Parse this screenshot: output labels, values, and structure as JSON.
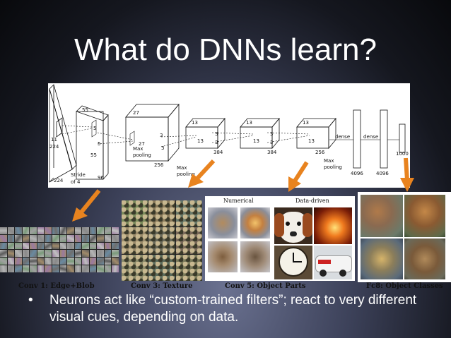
{
  "slide": {
    "title": "What do DNNs learn?",
    "bullet": "Neurons act like “custom-trained filters”; react to very different visual cues, depending on data."
  },
  "architecture": {
    "labels": {
      "n11": "11",
      "n224a": "224",
      "n224b": "224",
      "n55a": "55",
      "n55b": "55",
      "n5a": "5",
      "n5b": "5",
      "stride": "Stride",
      "of4": "of 4",
      "n96": "96",
      "n27a": "27",
      "n27b": "27",
      "n3a": "3",
      "n3b": "3",
      "maxpool1": "Max",
      "maxpool1b": "pooling",
      "n256a": "256",
      "maxpool2": "Max",
      "maxpool2b": "pooling",
      "n13a": "13",
      "n13b": "13",
      "n3c": "3",
      "n3d": "3",
      "n384a": "384",
      "n13c": "13",
      "n13d": "13",
      "n3e": "3",
      "n3f": "3",
      "n384b": "384",
      "n13e": "13",
      "n13f": "13",
      "n256b": "256",
      "maxpool3": "Max",
      "maxpool3b": "pooling",
      "dense1": "dense",
      "dense2": "dense",
      "n4096a": "4096",
      "n4096b": "4096",
      "n1000": "1000"
    }
  },
  "panels": {
    "conv1": {
      "caption": "Conv 1: Edge+Blob"
    },
    "conv3": {
      "caption": "Conv 3: Texture"
    },
    "conv5": {
      "caption": "Conv 5: Object Parts",
      "numerical": "Numerical",
      "datadriven": "Data-driven"
    },
    "fc8": {
      "caption": "Fc8: Object Classes"
    }
  },
  "colors": {
    "arrow": "#e8831f",
    "title": "#ffffff"
  }
}
